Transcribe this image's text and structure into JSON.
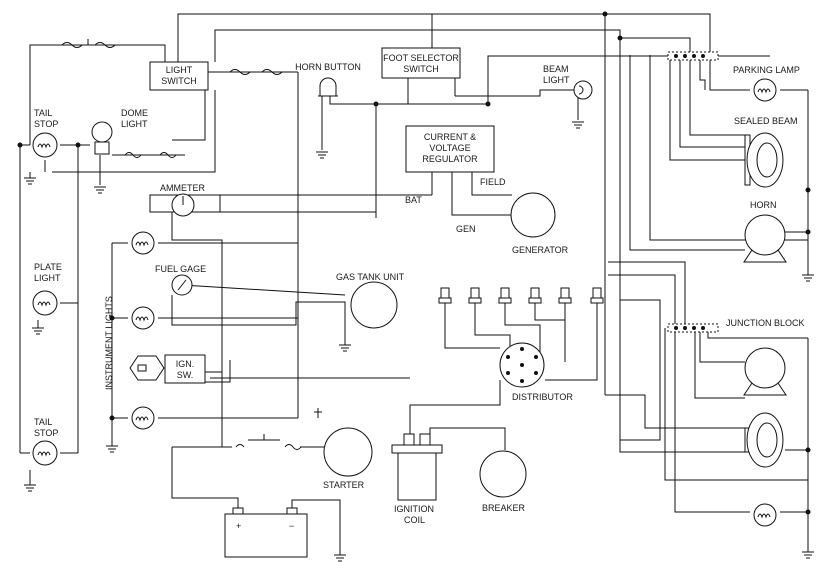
{
  "labels": {
    "light_switch": [
      "LIGHT",
      "SWITCH"
    ],
    "horn_button": "HORN BUTTON",
    "foot_selector_switch": [
      "FOOT SELECTOR",
      "SWITCH"
    ],
    "beam_light": [
      "BEAM",
      "LIGHT"
    ],
    "parking_lamp": "PARKING LAMP",
    "sealed_beam": "SEALED BEAM",
    "horn": "HORN",
    "tail_stop_top": [
      "TAIL",
      "STOP"
    ],
    "dome_light": [
      "DOME",
      "LIGHT"
    ],
    "current_voltage_regulator": [
      "CURRENT &",
      "VOLTAGE",
      "REGULATOR"
    ],
    "field": "FIELD",
    "bat": "BAT",
    "gen": "GEN",
    "generator": "GENERATOR",
    "ammeter": "AMMETER",
    "fuel_gage": "FUEL GAGE",
    "gas_tank_unit": "GAS TANK UNIT",
    "plate_light": [
      "PLATE",
      "LIGHT"
    ],
    "instrument_lights": "INSTRUMENT LIGHTS",
    "ign_sw": [
      "IGN.",
      "SW."
    ],
    "distributor": "DISTRIBUTOR",
    "junction_block": "JUNCTION BLOCK",
    "tail_stop_bottom": [
      "TAIL",
      "STOP"
    ],
    "starter": "STARTER",
    "ignition_coil": [
      "IGNITION",
      "COIL"
    ],
    "breaker": "BREAKER",
    "battery_plus": "+",
    "battery_minus": "−"
  }
}
